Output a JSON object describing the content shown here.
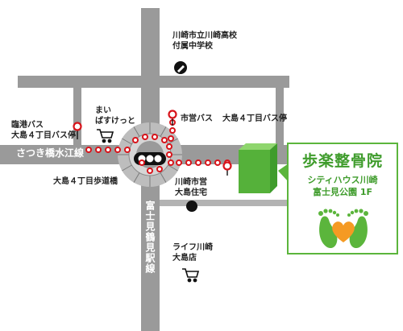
{
  "roads": {
    "horizontal": "さつき橋水江線",
    "vertical": "富士見鶴見駅線"
  },
  "landmarks": {
    "school": [
      "川崎市立川崎高校",
      "付属中学校"
    ],
    "mai_pass": [
      "まい",
      "ばすけっと"
    ],
    "rinko_bus": [
      "臨港バス",
      "大島４丁目バス停"
    ],
    "shiei_bus": "市営バス",
    "oshima_bus": "大島４丁目バス停",
    "footbridge": "大島４丁目歩道橋",
    "housing": [
      "川崎市営",
      "大島住宅"
    ],
    "life": [
      "ライフ川崎",
      "大島店"
    ]
  },
  "clinic": {
    "name": "歩楽整骨院",
    "address": [
      "シティハウス川崎",
      "富士見公園 1F"
    ]
  },
  "colors": {
    "road": "#9a9a9a",
    "route": "#d8141b",
    "clinic": "#5bb53c",
    "building": "#55b13a",
    "heart": "#f59a23"
  },
  "icons": [
    "pencil-circle-icon",
    "cart-icon",
    "bus-stop-icon",
    "traffic-light-icon",
    "black-dot-icon",
    "footprint-heart-logo"
  ]
}
